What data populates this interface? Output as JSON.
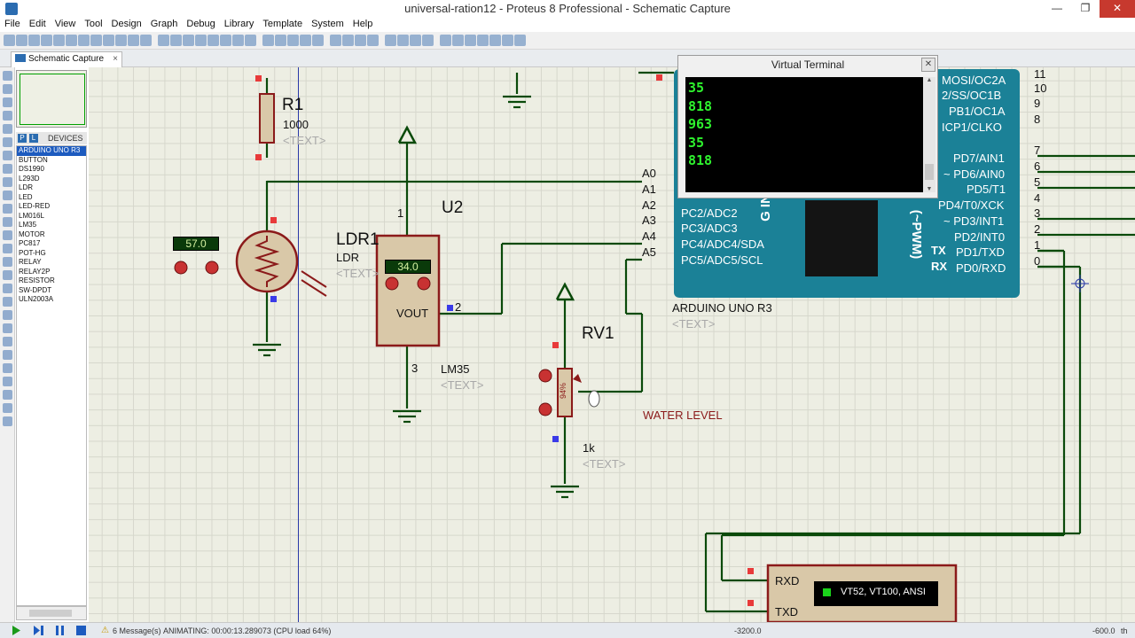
{
  "window": {
    "title": "universal-ration12 - Proteus 8 Professional - Schematic Capture",
    "minimize": "—",
    "maximize": "❐",
    "close": "✕"
  },
  "menu": [
    "File",
    "Edit",
    "View",
    "Tool",
    "Design",
    "Graph",
    "Debug",
    "Library",
    "Template",
    "System",
    "Help"
  ],
  "tab": {
    "label": "Schematic Capture",
    "close": "×"
  },
  "devices": {
    "pbtn": "P",
    "lbtn": "L",
    "header": "DEVICES",
    "items": [
      "ARDUINO UNO R3",
      "BUTTON",
      "DS1990",
      "L293D",
      "LDR",
      "LED",
      "LED-RED",
      "LM016L",
      "LM35",
      "MOTOR",
      "PC817",
      "POT-HG",
      "RELAY",
      "RELAY2P",
      "RESISTOR",
      "SW-DPDT",
      "ULN2003A"
    ]
  },
  "schematic": {
    "r1": {
      "name": "R1",
      "value": "1000",
      "text": "<TEXT>"
    },
    "ldr1": {
      "name": "LDR1",
      "part": "LDR",
      "text": "<TEXT>",
      "display": "57.0"
    },
    "u2": {
      "name": "U2",
      "part": "LM35",
      "text": "<TEXT>",
      "display": "34.0",
      "vout": "VOUT",
      "pin1": "1",
      "pin2": "2",
      "pin3": "3"
    },
    "rv1": {
      "name": "RV1",
      "value": "1k",
      "text": "<TEXT>",
      "percent": "94%",
      "note": "WATER LEVEL"
    },
    "arduino": {
      "name": "ARDUINO UNO R3",
      "text": "<TEXT>",
      "left_pins": [
        "A0",
        "A1",
        "A2",
        "A3",
        "A4",
        "A5"
      ],
      "left_funcs": [
        "PC2/ADC2",
        "PC3/ADC3",
        "PC4/ADC4/SDA",
        "PC5/ADC5/SCL"
      ],
      "right_funcs": [
        "MOSI/OC2A",
        "2/SS/OC1B",
        "PB1/OC1A",
        "ICP1/CLKO",
        "PD7/AIN1",
        "~ PD6/AIN0",
        "PD5/T1",
        "PD4/T0/XCK",
        "~ PD3/INT1",
        "PD2/INT0",
        "PD1/TXD",
        "PD0/RXD"
      ],
      "right_nums": [
        "11",
        "10",
        "9",
        "8",
        "7",
        "6",
        "5",
        "4",
        "3",
        "2",
        "1",
        "0"
      ],
      "gin": "G IN",
      "pwm": "(~PWM)",
      "tx": "TX",
      "rx": "RX"
    },
    "terminal": {
      "rxd": "RXD",
      "txd": "TXD",
      "modes": "VT52, VT100, ANSI"
    }
  },
  "virtual_terminal": {
    "title": "Virtual Terminal",
    "close": "✕",
    "lines": [
      "35",
      "818",
      "963",
      "35",
      "818"
    ]
  },
  "status": {
    "messages": "6 Message(s)",
    "animating": "ANIMATING: 00:00:13.289073 (CPU load 64%)",
    "coord_x": "-3200.0",
    "coord_y": "-600.0",
    "unit": "th"
  },
  "colors": {
    "wire": "#0a4a0a",
    "component": "#8b1a1a",
    "arduino_body": "#1b8197",
    "grid": "#edeee3"
  }
}
